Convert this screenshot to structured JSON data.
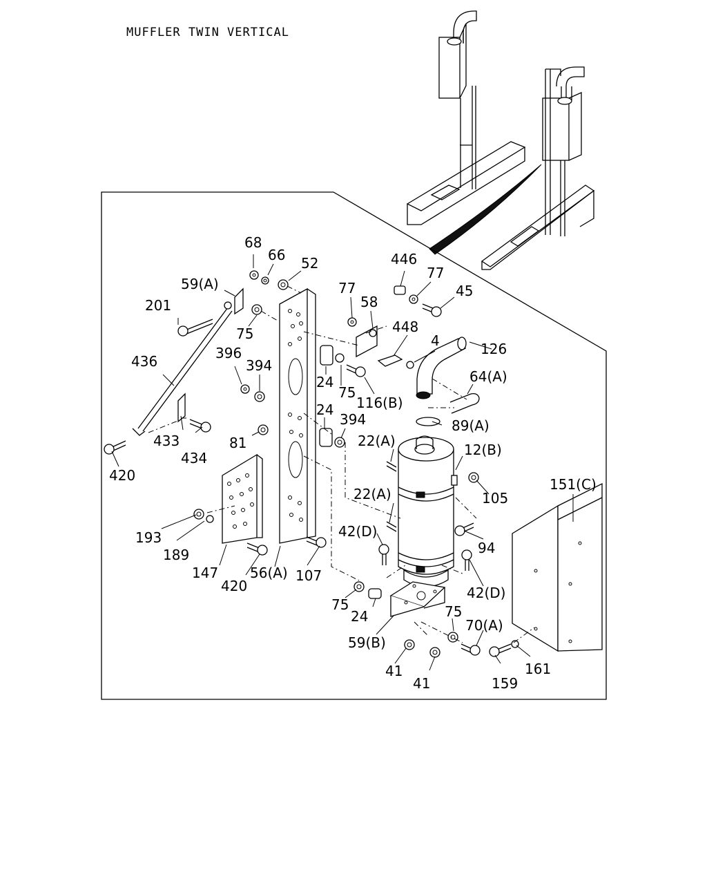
{
  "title": "MUFFLER TWIN VERTICAL",
  "labels": {
    "l_68": "68",
    "l_66": "66",
    "l_52": "52",
    "l_59a": "59(A)",
    "l_201": "201",
    "l_75a": "75",
    "l_436": "436",
    "l_396": "396",
    "l_394a": "394",
    "l_77a": "77",
    "l_58": "58",
    "l_446": "446",
    "l_77b": "77",
    "l_45": "45",
    "l_448": "448",
    "l_4": "4",
    "l_126": "126",
    "l_24a": "24",
    "l_75b": "75",
    "l_116b": "116(B)",
    "l_64a": "64(A)",
    "l_24b": "24",
    "l_394b": "394",
    "l_89a": "89(A)",
    "l_433": "433",
    "l_434": "434",
    "l_81": "81",
    "l_420a": "420",
    "l_22a1": "22(A)",
    "l_12b": "12(B)",
    "l_105": "105",
    "l_151c": "151(C)",
    "l_22a2": "22(A)",
    "l_193": "193",
    "l_189": "189",
    "l_42d1": "42(D)",
    "l_94": "94",
    "l_147": "147",
    "l_420b": "420",
    "l_56a": "56(A)",
    "l_107": "107",
    "l_42d2": "42(D)",
    "l_75c": "75",
    "l_24c": "24",
    "l_75d": "75",
    "l_70a": "70(A)",
    "l_59b": "59(B)",
    "l_41a": "41",
    "l_41b": "41",
    "l_159": "159",
    "l_161": "161"
  }
}
